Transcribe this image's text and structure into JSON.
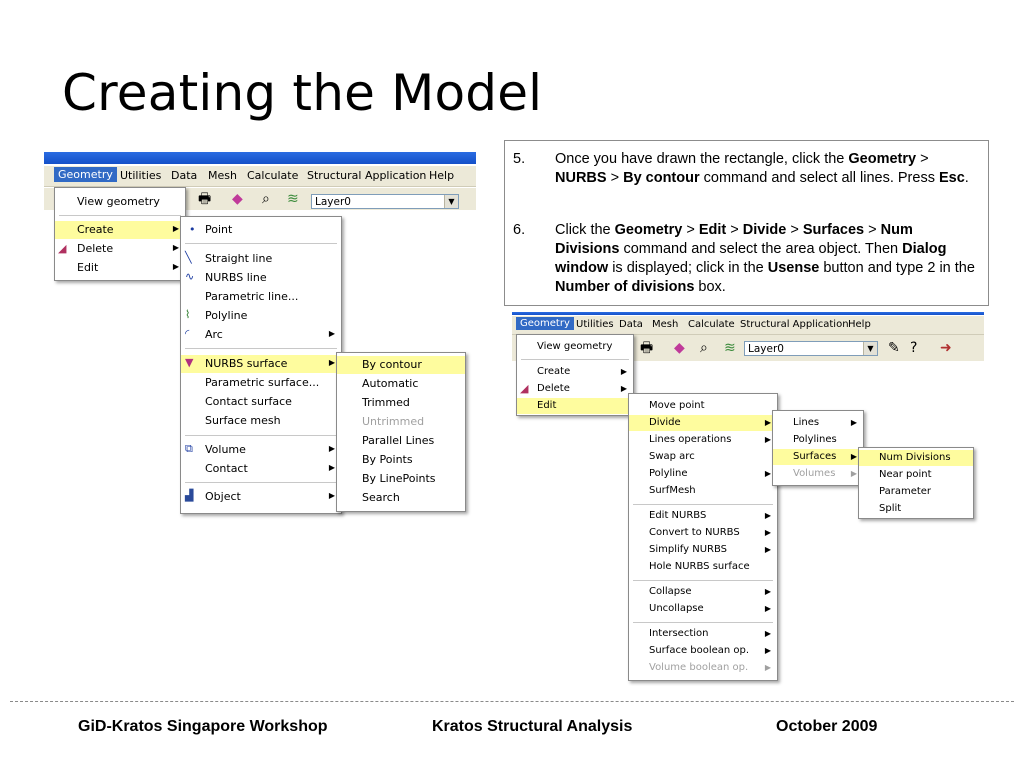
{
  "slide_title": "Creating the Model",
  "left_shot": {
    "menubar": [
      "Geometry",
      "Utilities",
      "Data",
      "Mesh",
      "Calculate",
      "Structural Application",
      "Help"
    ],
    "layer_combo": "Layer0",
    "geometry_menu": [
      "View geometry",
      "Create",
      "Delete",
      "Edit"
    ],
    "create_menu": [
      "Point",
      "Straight line",
      "NURBS line",
      "Parametric line...",
      "Polyline",
      "Arc",
      "NURBS surface",
      "Parametric surface...",
      "Contact surface",
      "Surface mesh",
      "Volume",
      "Contact",
      "Object"
    ],
    "nurbs_surface_menu": [
      "By contour",
      "Automatic",
      "Trimmed",
      "Untrimmed",
      "Parallel Lines",
      "By Points",
      "By LinePoints",
      "Search"
    ]
  },
  "right_shot": {
    "menubar": [
      "Geometry",
      "Utilities",
      "Data",
      "Mesh",
      "Calculate",
      "Structural Application",
      "Help"
    ],
    "layer_combo": "Layer0",
    "geometry_menu": [
      "View geometry",
      "Create",
      "Delete",
      "Edit"
    ],
    "edit_menu": [
      "Move point",
      "Divide",
      "Lines operations",
      "Swap arc",
      "Polyline",
      "SurfMesh",
      "Edit NURBS",
      "Convert to NURBS",
      "Simplify NURBS",
      "Hole NURBS surface",
      "Collapse",
      "Uncollapse",
      "Intersection",
      "Surface boolean op.",
      "Volume boolean op."
    ],
    "divide_menu": [
      "Lines",
      "Polylines",
      "Surfaces",
      "Volumes"
    ],
    "surfaces_menu": [
      "Num Divisions",
      "Near point",
      "Parameter",
      "Split"
    ]
  },
  "instructions": {
    "step5_num": "5.",
    "step5": [
      "Once you have drawn the rectangle,  click the ",
      "Geometry",
      " > ",
      "NURBS",
      " > ",
      "By contour",
      " command and select all lines. Press  ",
      "Esc",
      "."
    ],
    "step6_num": "6.",
    "step6": [
      "Click the ",
      "Geometry",
      " > ",
      "Edit",
      " > ",
      "Divide",
      " > ",
      "Surfaces",
      " > ",
      "Num Divisions",
      " command and select the area object. Then ",
      "Dialog window",
      " is displayed; click in the ",
      "Usense",
      " button and type 2 in the ",
      "Number of divisions",
      " box."
    ]
  },
  "footer": {
    "left": "GiD-Kratos Singapore Workshop",
    "center": "Kratos Structural Analysis",
    "right": "October 2009"
  },
  "colors": {
    "menu_highlight": "#fefc9e",
    "menubar_active": "#316ac5",
    "chrome": "#ece9d8"
  },
  "icons": [
    "point-icon",
    "straight-line-icon",
    "nurbs-line-icon",
    "polyline-icon",
    "arc-icon",
    "nurbs-surface-icon",
    "volume-icon",
    "object-icon",
    "delete-icon",
    "print-icon",
    "render-icon",
    "layers-icon",
    "help-icon",
    "exit-icon"
  ]
}
